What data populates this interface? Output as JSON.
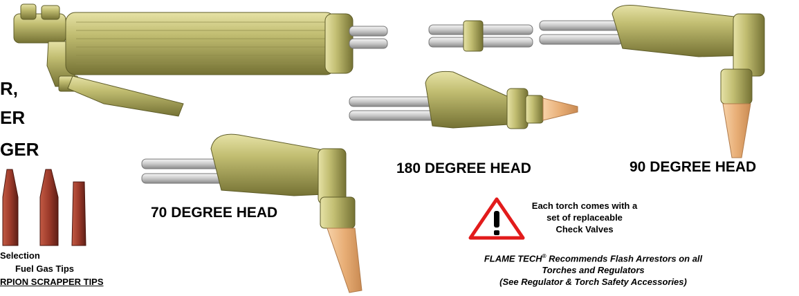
{
  "side_title": {
    "line1": "R,",
    "line2": "ER",
    "line3": "GER"
  },
  "tips": {
    "line1": "Selection",
    "line2": "Fuel Gas Tips",
    "line3": "RPION SCRAPPER TIPS"
  },
  "labels": {
    "head_70": "70 DEGREE HEAD",
    "head_180": "180 DEGREE HEAD",
    "head_90": "90 DEGREE HEAD"
  },
  "check_valves": {
    "line1": "Each torch comes with a",
    "line2": "set of  replaceable",
    "line3": "Check Valves"
  },
  "recommendation": {
    "brand": "FLAME TECH",
    "reg": "®",
    "line1_rest": " Recommends Flash Arrestors on all",
    "line2": "Torches and Regulators",
    "line3": "(See Regulator & Torch Safety Accessories)"
  },
  "colors": {
    "brass": "#b8b46a",
    "brass_dark": "#7d7a38",
    "copper": "#e8b07a",
    "tip_red": "#9c3a2a",
    "warning_red": "#e21b1b"
  }
}
